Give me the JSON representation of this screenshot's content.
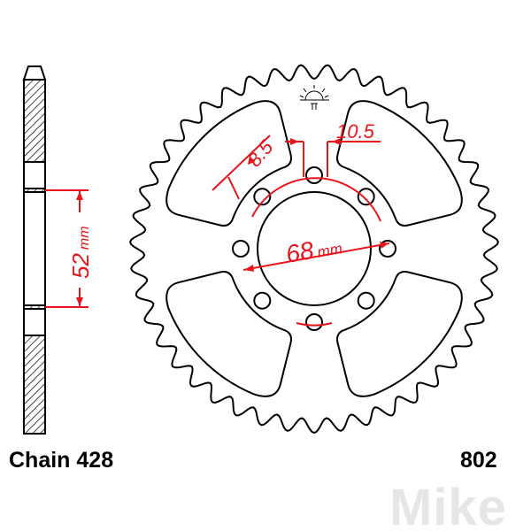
{
  "labels": {
    "chain": "Chain 428",
    "part_number": "802",
    "watermark": "Mike"
  },
  "dimensions": {
    "side_bore": "52",
    "side_bore_unit": "mm",
    "bolt_circle": "68",
    "bolt_circle_unit": "mm",
    "slot_left": "8.5",
    "slot_right": "10.5"
  },
  "sprocket": {
    "teeth": 43,
    "bolt_holes": 8,
    "cutouts": 4
  },
  "colors": {
    "outline": "#000000",
    "dimension": "#e8141c",
    "watermark": "#e6e6e6"
  }
}
